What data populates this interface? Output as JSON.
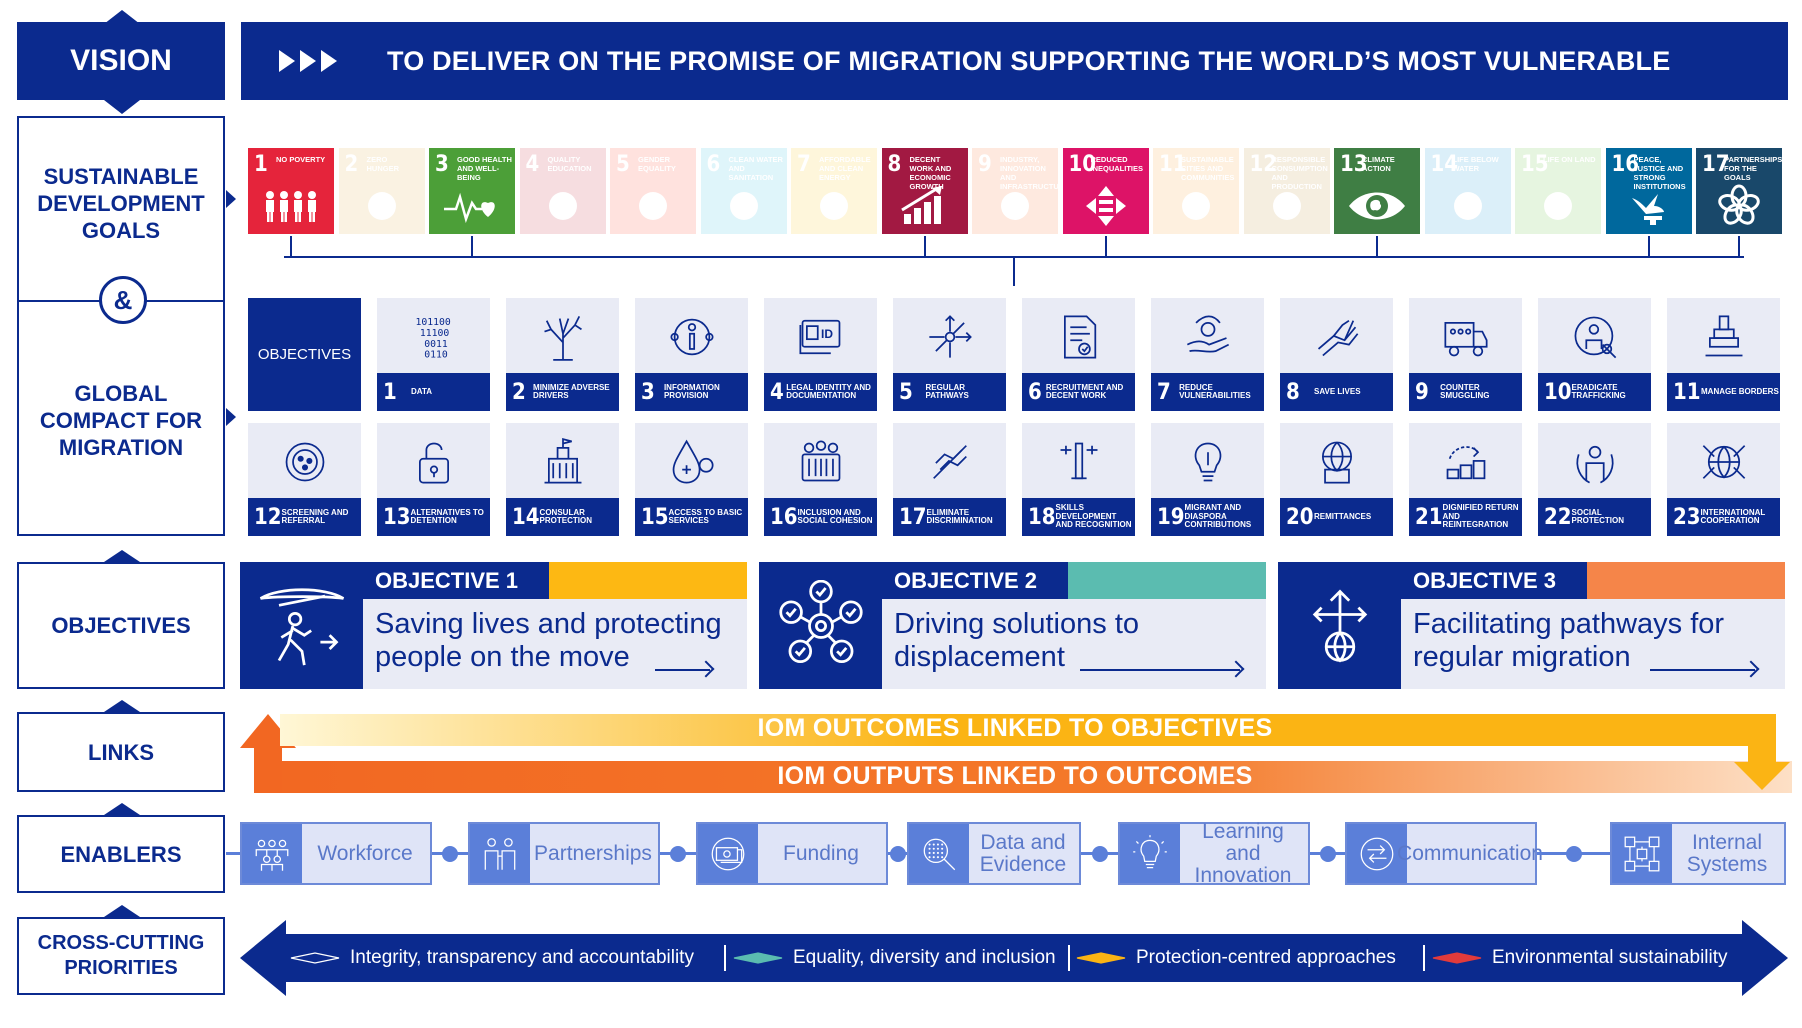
{
  "vision": {
    "label": "VISION",
    "statement": "TO DELIVER ON THE PROMISE OF MIGRATION SUPPORTING THE WORLD’S MOST VULNERABLE"
  },
  "left_labels": {
    "sdg": "SUSTAINABLE DEVELOPMENT GOALS",
    "ampersand": "&",
    "gcm": "GLOBAL COMPACT FOR MIGRATION",
    "objectives": "OBJECTIVES",
    "links": "LINKS",
    "enablers": "ENABLERS",
    "cross_cutting": "CROSS-CUTTING PRIORITIES"
  },
  "sdgs": [
    {
      "num": "1",
      "label": "NO POVERTY",
      "color": "#e5243b",
      "active": true,
      "icon": "people-icon"
    },
    {
      "num": "2",
      "label": "ZERO HUNGER",
      "color": "#dda63a",
      "active": false,
      "icon": "bowl-icon"
    },
    {
      "num": "3",
      "label": "GOOD HEALTH AND WELL-BEING",
      "color": "#4c9f38",
      "active": true,
      "icon": "heartbeat-icon"
    },
    {
      "num": "4",
      "label": "QUALITY EDUCATION",
      "color": "#c5192d",
      "active": false,
      "icon": "book-icon"
    },
    {
      "num": "5",
      "label": "GENDER EQUALITY",
      "color": "#ff3a21",
      "active": false,
      "icon": "gender-icon"
    },
    {
      "num": "6",
      "label": "CLEAN WATER AND SANITATION",
      "color": "#26bde2",
      "active": false,
      "icon": "water-icon"
    },
    {
      "num": "7",
      "label": "AFFORDABLE AND CLEAN ENERGY",
      "color": "#fcc30b",
      "active": false,
      "icon": "sun-icon"
    },
    {
      "num": "8",
      "label": "DECENT WORK AND ECONOMIC GROWTH",
      "color": "#a21942",
      "active": true,
      "icon": "growth-chart-icon"
    },
    {
      "num": "9",
      "label": "INDUSTRY, INNOVATION AND INFRASTRUCTURE",
      "color": "#fd6925",
      "active": false,
      "icon": "cubes-icon"
    },
    {
      "num": "10",
      "label": "REDUCED INEQUALITIES",
      "color": "#dd1367",
      "active": true,
      "icon": "equality-icon"
    },
    {
      "num": "11",
      "label": "SUSTAINABLE CITIES AND COMMUNITIES",
      "color": "#fd9d24",
      "active": false,
      "icon": "city-icon"
    },
    {
      "num": "12",
      "label": "RESPONSIBLE CONSUMPTION AND PRODUCTION",
      "color": "#bf8b2e",
      "active": false,
      "icon": "infinity-icon"
    },
    {
      "num": "13",
      "label": "CLIMATE ACTION",
      "color": "#3f7e44",
      "active": true,
      "icon": "eye-globe-icon"
    },
    {
      "num": "14",
      "label": "LIFE BELOW WATER",
      "color": "#0a97d9",
      "active": false,
      "icon": "fish-icon"
    },
    {
      "num": "15",
      "label": "LIFE ON LAND",
      "color": "#56c02b",
      "active": false,
      "icon": "tree-icon"
    },
    {
      "num": "16",
      "label": "PEACE, JUSTICE AND STRONG INSTITUTIONS",
      "color": "#00689d",
      "active": true,
      "icon": "dove-gavel-icon"
    },
    {
      "num": "17",
      "label": "PARTNERSHIPS FOR THE GOALS",
      "color": "#19486a",
      "active": true,
      "icon": "flower-rings-icon"
    }
  ],
  "gcm": {
    "objectives_label": "OBJECTIVES",
    "items": [
      {
        "num": "1",
        "label": "DATA",
        "icon": "binary-data-icon"
      },
      {
        "num": "2",
        "label": "MINIMIZE ADVERSE DRIVERS",
        "icon": "dead-tree-icon"
      },
      {
        "num": "3",
        "label": "INFORMATION PROVISION",
        "icon": "info-globe-icon"
      },
      {
        "num": "4",
        "label": "LEGAL IDENTITY AND DOCUMENTATION",
        "icon": "id-card-icon"
      },
      {
        "num": "5",
        "label": "REGULAR PATHWAYS",
        "icon": "branching-paths-icon"
      },
      {
        "num": "6",
        "label": "RECRUITMENT AND DECENT WORK",
        "icon": "contract-icon"
      },
      {
        "num": "7",
        "label": "REDUCE VULNERABILITIES",
        "icon": "helping-hands-icon"
      },
      {
        "num": "8",
        "label": "SAVE LIVES",
        "icon": "rescue-hands-icon"
      },
      {
        "num": "9",
        "label": "COUNTER SMUGGLING",
        "icon": "truck-icon"
      },
      {
        "num": "10",
        "label": "ERADICATE TRAFFICKING",
        "icon": "no-trafficking-icon"
      },
      {
        "num": "11",
        "label": "MANAGE BORDERS",
        "icon": "stamp-icon"
      },
      {
        "num": "12",
        "label": "SCREENING AND REFERRAL",
        "icon": "screening-icon"
      },
      {
        "num": "13",
        "label": "ALTERNATIVES TO DETENTION",
        "icon": "open-lock-icon"
      },
      {
        "num": "14",
        "label": "CONSULAR PROTECTION",
        "icon": "consulate-icon"
      },
      {
        "num": "15",
        "label": "ACCESS TO BASIC SERVICES",
        "icon": "health-drop-icon"
      },
      {
        "num": "16",
        "label": "INCLUSION AND SOCIAL COHESION",
        "icon": "community-icon"
      },
      {
        "num": "17",
        "label": "ELIMINATE DISCRIMINATION",
        "icon": "no-discrimination-icon"
      },
      {
        "num": "18",
        "label": "SKILLS DEVELOPMENT AND RECOGNITION",
        "icon": "tools-icon"
      },
      {
        "num": "19",
        "label": "MIGRANT AND DIASPORA CONTRIBUTIONS",
        "icon": "lightbulb-icon"
      },
      {
        "num": "20",
        "label": "REMITTANCES",
        "icon": "remittance-globe-icon"
      },
      {
        "num": "21",
        "label": "DIGNIFIED RETURN AND REINTEGRATION",
        "icon": "return-icon"
      },
      {
        "num": "22",
        "label": "SOCIAL PROTECTION",
        "icon": "protected-person-icon"
      },
      {
        "num": "23",
        "label": "INTERNATIONAL COOPERATION",
        "icon": "cooperation-globe-icon"
      }
    ]
  },
  "objectives": [
    {
      "heading": "OBJECTIVE 1",
      "text": "Saving lives and protecting people on the move",
      "color": "#fdb813",
      "icon": "migrant-shelter-icon"
    },
    {
      "heading": "OBJECTIVE 2",
      "text": "Driving solutions to displacement",
      "color": "#5bbcb0",
      "icon": "solutions-network-icon"
    },
    {
      "heading": "OBJECTIVE 3",
      "text": "Facilitating pathways for regular migration",
      "color": "#f58549",
      "icon": "pathways-globe-icon"
    }
  ],
  "links": {
    "outcomes": "IOM OUTCOMES LINKED TO OBJECTIVES",
    "outputs": "IOM OUTPUTS  LINKED TO OUTCOMES",
    "outcomes_color": "#fbb414",
    "outputs_color": "#f26722"
  },
  "enablers": [
    {
      "label": "Workforce",
      "icon": "workforce-icon"
    },
    {
      "label": "Partnerships",
      "icon": "partnerships-icon"
    },
    {
      "label": "Funding",
      "icon": "funding-icon"
    },
    {
      "label": "Data and Evidence",
      "icon": "data-search-icon"
    },
    {
      "label": "Learning and Innovation",
      "icon": "lightbulb-icon"
    },
    {
      "label": "Communication",
      "icon": "communication-icon"
    },
    {
      "label": "Internal Systems",
      "icon": "systems-icon"
    }
  ],
  "cross_cutting": [
    {
      "label": "Integrity, transparency and accountability",
      "color": "#ffffff"
    },
    {
      "label": "Equality, diversity and inclusion",
      "color": "#5bbcb0"
    },
    {
      "label": "Protection-centred approaches",
      "color": "#fbb414"
    },
    {
      "label": "Environmental sustainability",
      "color": "#e23b3b"
    }
  ],
  "colors": {
    "navy": "#0b2a8e",
    "light_blue": "#5b7fd9",
    "tile_bg": "#e9ebf5"
  }
}
